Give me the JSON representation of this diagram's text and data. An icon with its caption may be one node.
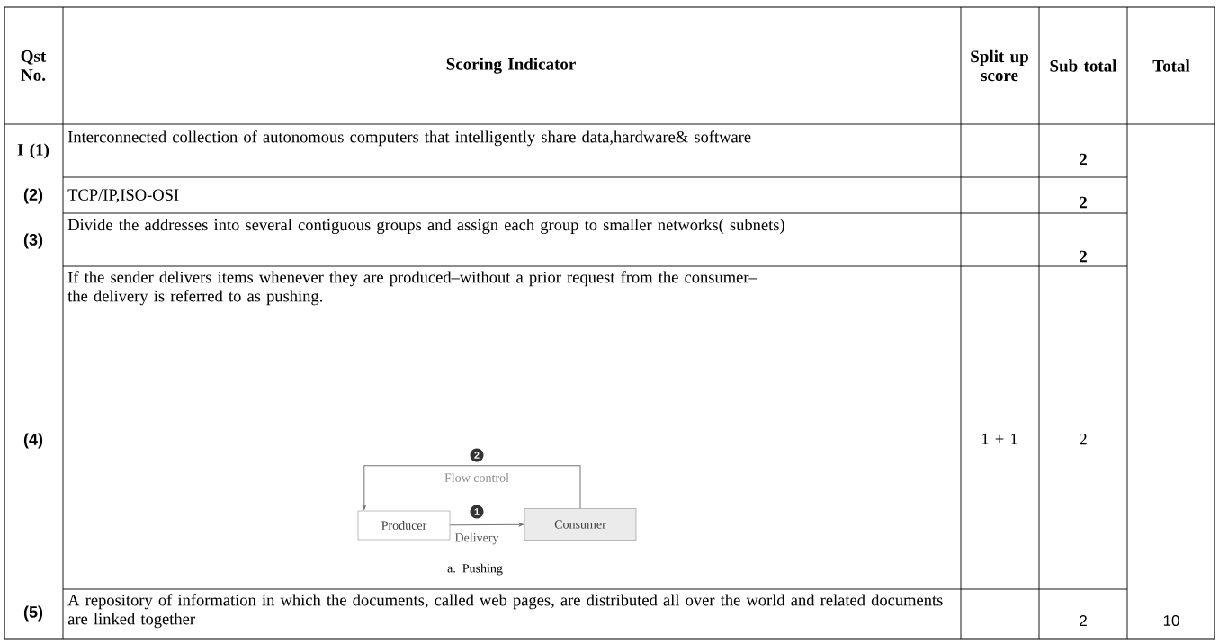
{
  "diagram": {
    "nodes": [
      {
        "text": [
          "Producer"
        ]
      },
      {
        "text": [
          "Consumer"
        ]
      }
    ],
    "edges": [
      {
        "from": 0,
        "to": 1,
        "arrow": "to",
        "label": "Delivery"
      },
      {
        "from": 1,
        "to": 0,
        "arrow": "to",
        "label": "Flow control"
      }
    ],
    "labels": [
      "Qst No.",
      "Scoring Indicator",
      "Split up score",
      "Sub total",
      "Total",
      "I (1)",
      "Interconnected collection of autonomous computers that intelligently share data,hardware& software",
      "2",
      "(2)",
      "TCP/IP,ISO-OSI",
      "2",
      "(3)",
      "Divide the addresses into several contiguous groups and assign each group to smaller networks( subnets)",
      "2",
      "(4)",
      "If the sender delivers items whenever they are produced–without a prior request from the consumer–the delivery is referred to as pushing.",
      "1 + 1",
      "2",
      "(5)",
      "A repository of information in which the documents, called web pages, are distributed all over the world and related documents are linked together",
      "2",
      "10",
      "1",
      "2",
      "a. Pushing"
    ]
  }
}
